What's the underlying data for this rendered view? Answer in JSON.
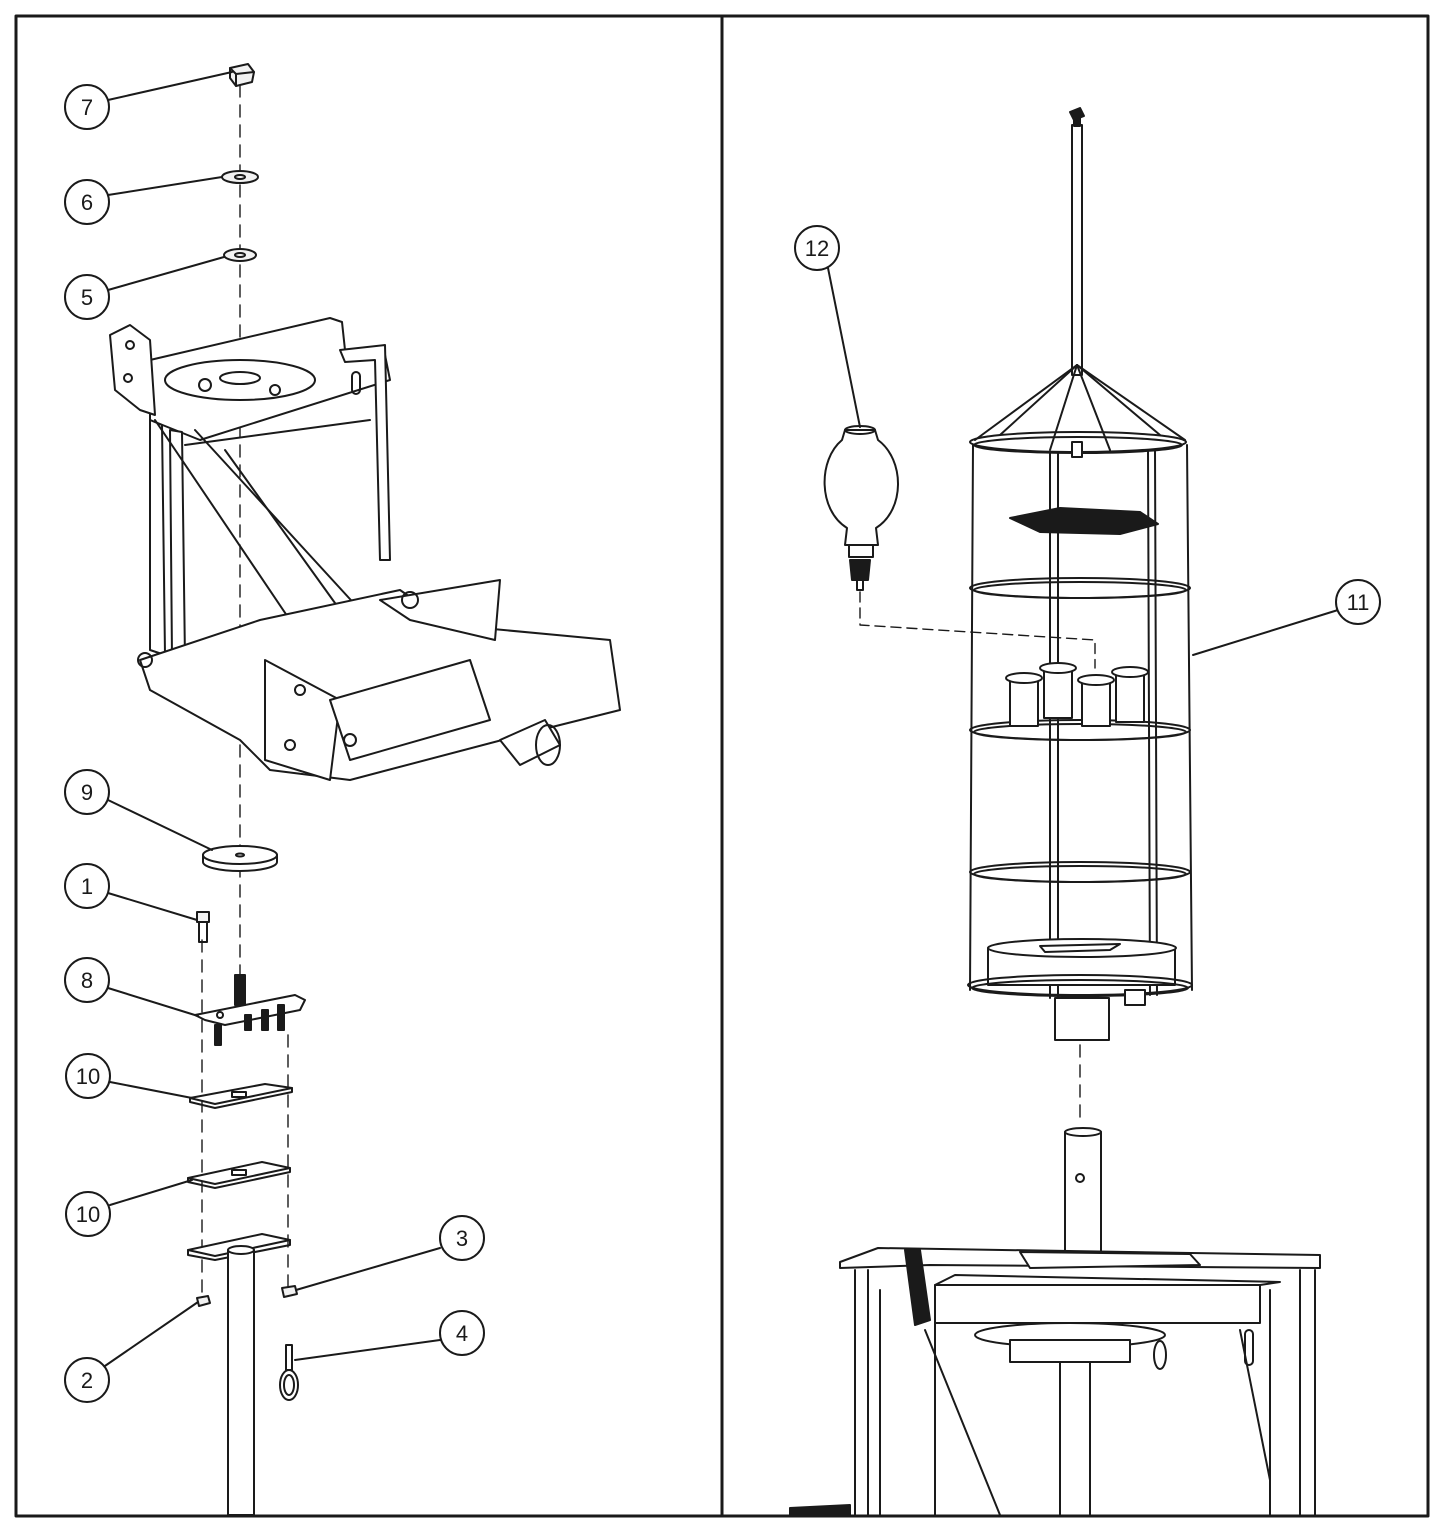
{
  "diagram": {
    "type": "exploded-parts-view",
    "panels": [
      "left-assembly",
      "right-assembly"
    ],
    "callouts": [
      {
        "id": "c7",
        "label": "7"
      },
      {
        "id": "c6",
        "label": "6"
      },
      {
        "id": "c5",
        "label": "5"
      },
      {
        "id": "c9",
        "label": "9"
      },
      {
        "id": "c1",
        "label": "1"
      },
      {
        "id": "c8",
        "label": "8"
      },
      {
        "id": "c10a",
        "label": "10"
      },
      {
        "id": "c10b",
        "label": "10"
      },
      {
        "id": "c3",
        "label": "3"
      },
      {
        "id": "c4",
        "label": "4"
      },
      {
        "id": "c2",
        "label": "2"
      },
      {
        "id": "c12",
        "label": "12"
      },
      {
        "id": "c11",
        "label": "11"
      }
    ]
  },
  "colors": {
    "line": "#1a1a1a",
    "background": "#ffffff",
    "fill_light": "#f2f2f2"
  }
}
